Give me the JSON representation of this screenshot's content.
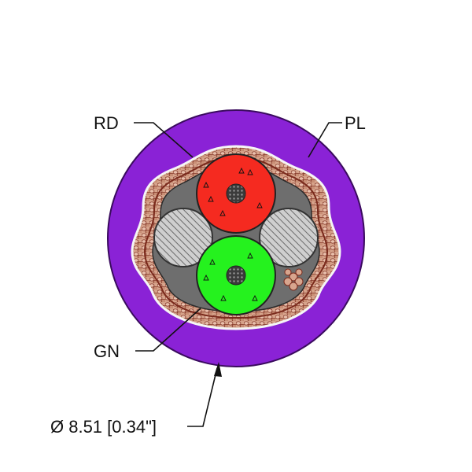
{
  "diagram": {
    "labels": {
      "red_conductor": "RD",
      "green_conductor": "GN",
      "jacket": "PL",
      "diameter": "Ø 8.51 [0.34\"]"
    },
    "colors": {
      "jacket": "#8a22d6",
      "jacket_edge": "#3a0b5e",
      "red_insulation": "#f52a20",
      "green_insulation": "#25f21e",
      "filler": "#bdbdbd",
      "inner_body": "#6e6e6e",
      "shield_braid": "#d9a58c",
      "shield_dark": "#7a2a1c"
    }
  }
}
